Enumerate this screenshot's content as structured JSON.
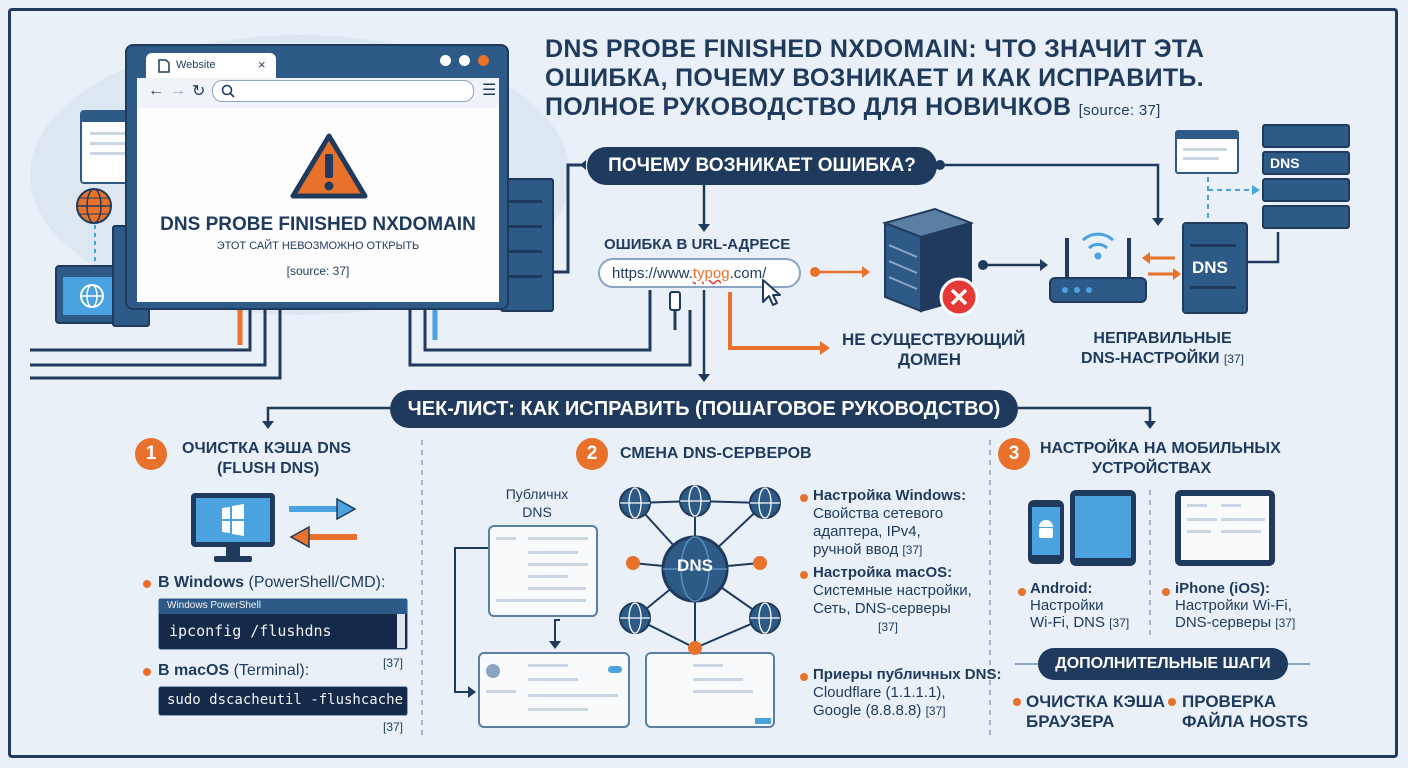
{
  "title": {
    "line1": "DNS PROBE FINISHED NXDOMAIN: ЧТО ЗНАЧИТ ЭТА",
    "line2": "ОШИБКА, ПОЧЕМУ ВОЗНИКАЕТ И КАК ИСПРАВИТЬ.",
    "line3": "ПОЛНОЕ РУКОВОДСТВО ДЛЯ НОВИЧКОВ",
    "source": "[source: 37]"
  },
  "browser": {
    "tab_label": "Website",
    "error_title": "DNS PROBE FINISHED NXDOMAIN",
    "error_subtitle": "ЭТОТ САЙТ НЕВОЗМОЖНО ОТКРЫТЬ",
    "source": "[source: 37]"
  },
  "why": {
    "heading": "ПОЧЕМУ ВОЗНИКАЕТ ОШИБКА?",
    "url_error_label": "ОШИБКА В URL-АДРЕСЕ",
    "url_prefix": "https://www.",
    "url_typo": "typog",
    "url_suffix": ".com/",
    "nonexistent_line1": "НЕ СУЩЕСТВУЮЩИЙ",
    "nonexistent_line2": "ДОМЕН",
    "wrong_dns_line1": "НЕПРАВИЛЬНЫЕ",
    "wrong_dns_line2": "DNS-НАСТРОЙКИ",
    "wrong_dns_source": "[37]",
    "dns_label_top": "DNS",
    "dns_label_server": "DNS"
  },
  "checklist": {
    "heading": "ЧЕК-ЛИСТ: КАК ИСПРАВИТЬ (ПОШАГОВОЕ РУКОВОДСТВО)"
  },
  "step1": {
    "number": "1",
    "title_line1": "ОЧИСТКА КЭША DNS",
    "title_line2": "(FLUSH DNS)",
    "windows_label_bold": "В Windows",
    "windows_label_rest": " (PowerShell/CMD):",
    "powershell_title": "Windows PowerShell",
    "windows_command": "ipconfig /flushdns",
    "windows_source": "[37]",
    "mac_label_bold": "В macOS",
    "mac_label_rest": " (Terminal):",
    "mac_command": "sudo dscacheutil -flushcache",
    "mac_source": "[37]"
  },
  "step2": {
    "number": "2",
    "title": "СМЕНА DNS-СЕРВЕРОВ",
    "public_dns_line1": "Публичнх",
    "public_dns_line2": "DNS",
    "hub_label": "DNS",
    "windows_bold": "Настройка Windows:",
    "windows_line1": "Свойства сетевого",
    "windows_line2": "адаптера, IPv4,",
    "windows_line3": "ручной ввод",
    "windows_source": "[37]",
    "mac_bold": "Настройка macOS:",
    "mac_line1": "Системные настройки,",
    "mac_line2": "Сеть, DNS-серверы",
    "mac_source": "[37]",
    "examples_bold": "Приеры публичных DNS:",
    "examples_line1": "Cloudflare (1.1.1.1),",
    "examples_line2": "Google (8.8.8.8)",
    "examples_source": "[37]"
  },
  "step3": {
    "number": "3",
    "title_line1": "НАСТРОЙКА НА МОБИЛЬНЫХ",
    "title_line2": "УСТРОЙСТВАХ",
    "android_bold": "Android:",
    "android_line1": "Настройки",
    "android_line2": "Wi-Fi, DNS",
    "android_source": "[37]",
    "iphone_bold": "iPhone (iOS):",
    "iphone_line1": "Настройки Wi-Fi,",
    "iphone_line2": "DNS-серверы",
    "iphone_source": "[37]",
    "extra_heading": "ДОПОЛНИТЕЛЬНЫЕ ШАГИ",
    "extra1_line1": "ОЧИСТКА КЭША",
    "extra1_line2": "БРАУЗЕРА",
    "extra2_line1": "ПРОВЕРКА",
    "extra2_line2": "ФАЙЛА HOSTS"
  },
  "colors": {
    "navy": "#1f3a5c",
    "accent_orange": "#e8712b",
    "blue": "#2d5a87",
    "light_bg": "#e9f0f7",
    "error_red": "#e53935",
    "cyan": "#4aa3df"
  }
}
